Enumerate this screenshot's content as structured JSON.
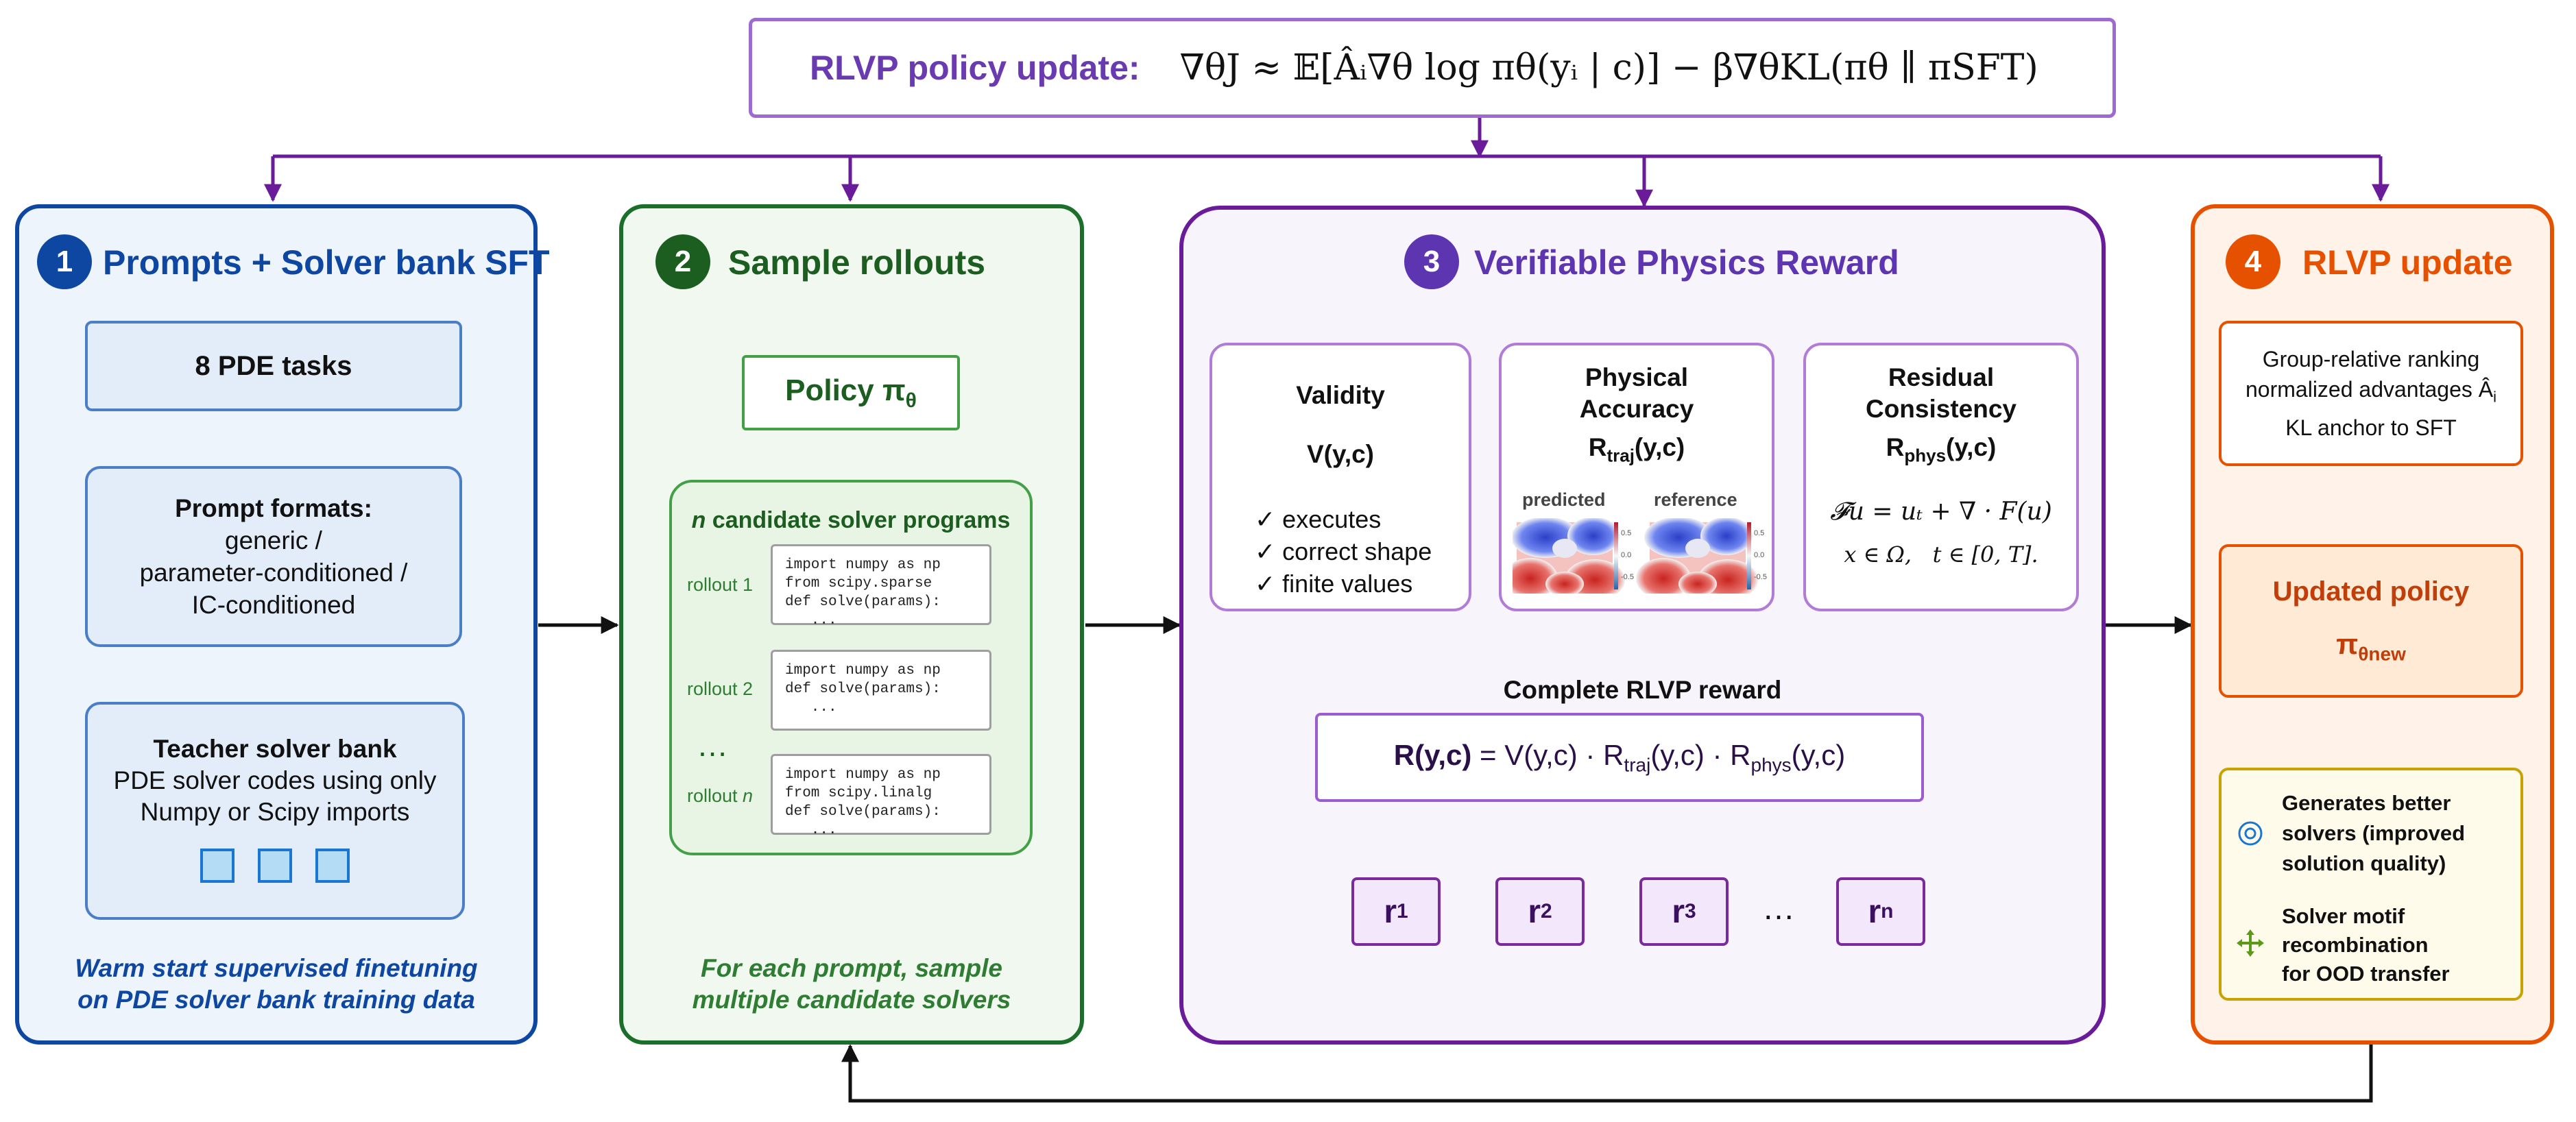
{
  "header": {
    "label": "RLVP policy update:",
    "formula": "∇θJ ≈ 𝔼[Âᵢ∇θ log πθ(yᵢ | c)] − β∇θKL(πθ ∥ πSFT)"
  },
  "panel1": {
    "number": "1",
    "title": "Prompts + Solver bank SFT",
    "tasks": "8 PDE tasks",
    "formats_title": "Prompt formats:",
    "formats_lines": [
      "generic /",
      "parameter-conditioned /",
      "IC-conditioned"
    ],
    "teacher_title": "Teacher solver bank",
    "teacher_lines": [
      "PDE solver codes using only",
      "Numpy or Scipy imports"
    ],
    "caption_lines": [
      "Warm start supervised finetuning",
      "on PDE solver bank training data"
    ]
  },
  "panel2": {
    "number": "2",
    "title": "Sample rollouts",
    "policy_label": "Policy π",
    "policy_sub": "θ",
    "candidates_n": "n",
    "candidates_title": " candidate solver programs",
    "rollouts": [
      {
        "label": "rollout 1",
        "code": "import numpy as np\nfrom scipy.sparse\ndef solve(params):\n   ..."
      },
      {
        "label": "rollout 2",
        "code": "import numpy as np\ndef solve(params):\n   ..."
      },
      {
        "label_prefix": "rollout ",
        "label_n": "n",
        "code": "import numpy as np\nfrom scipy.linalg\ndef solve(params):\n   ..."
      }
    ],
    "ellipsis": "…",
    "caption_lines": [
      "For each prompt, sample",
      "multiple candidate solvers"
    ]
  },
  "panel3": {
    "number": "3",
    "title": "Verifiable Physics Reward",
    "validity": {
      "title": "Validity",
      "formula": "V(y,c)",
      "checks": [
        "✓ executes",
        "✓ correct shape",
        "✓ finite values"
      ]
    },
    "accuracy": {
      "title_lines": [
        "Physical",
        "Accuracy"
      ],
      "formula_main": "R",
      "formula_sub": "traj",
      "formula_tail": "(y,c)",
      "predicted_label": "predicted",
      "reference_label": "reference",
      "colorbar_ticks": [
        "0.5",
        "0.0",
        "-0.5"
      ]
    },
    "residual": {
      "title_lines": [
        "Residual",
        "Consistency"
      ],
      "formula_main": "R",
      "formula_sub": "phys",
      "formula_tail": "(y,c)",
      "eq1": "𝓕u = uₜ + ∇ · F(u)",
      "eq2": "x ∈ Ω,   t ∈ [0, T]."
    },
    "complete_title": "Complete RLVP reward",
    "reward_lhs": "R(y,c)",
    "reward_rhs": " = V(y,c) · R",
    "reward_sub1": "traj",
    "reward_mid": "(y,c) · R",
    "reward_sub2": "phys",
    "reward_end": "(y,c)",
    "rewards": [
      {
        "main": "r",
        "sub": "1"
      },
      {
        "main": "r",
        "sub": "2"
      },
      {
        "main": "r",
        "sub": "3"
      },
      {
        "main": "r",
        "sub": "n"
      }
    ],
    "rewards_ellipsis": "…"
  },
  "panel4": {
    "number": "4",
    "title": "RLVP update",
    "info_lines": [
      "Group-relative ranking",
      "normalized advantages Â",
      "KL anchor to SFT"
    ],
    "info_sub": "i",
    "updated_title": "Updated policy",
    "updated_main": "π",
    "updated_sub": "θnew",
    "benefits": [
      {
        "icon": "target-icon",
        "lines": [
          "Generates better",
          "solvers (improved",
          "solution quality)"
        ]
      },
      {
        "icon": "move-icon",
        "lines": [
          "Solver motif",
          "recombination",
          "for OOD transfer"
        ]
      }
    ]
  },
  "colors": {
    "blue": "#0d47a1",
    "blue_fill": "#eef4fc",
    "green": "#1b6f2a",
    "green_fill": "#f1f8f0",
    "purple": "#6a1b9a",
    "purple_fill": "#f8f4fc",
    "orange": "#e65100",
    "orange_fill": "#fff3e9",
    "gold": "#c9a100"
  }
}
